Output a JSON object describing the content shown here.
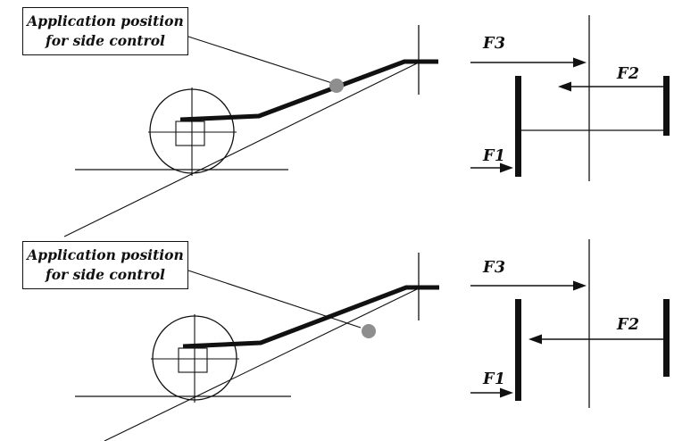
{
  "colors": {
    "ink": "#111111",
    "marker": "#8e8e8e",
    "background": "#ffffff"
  },
  "figures": [
    {
      "callout": {
        "line1": "Application position",
        "line2": "for side control"
      },
      "forces": {
        "f1": "F1",
        "f2": "F2",
        "f3": "F3"
      }
    },
    {
      "callout": {
        "line1": "Application position",
        "line2": "for side control"
      },
      "forces": {
        "f1": "F1",
        "f2": "F2",
        "f3": "F3"
      }
    }
  ]
}
